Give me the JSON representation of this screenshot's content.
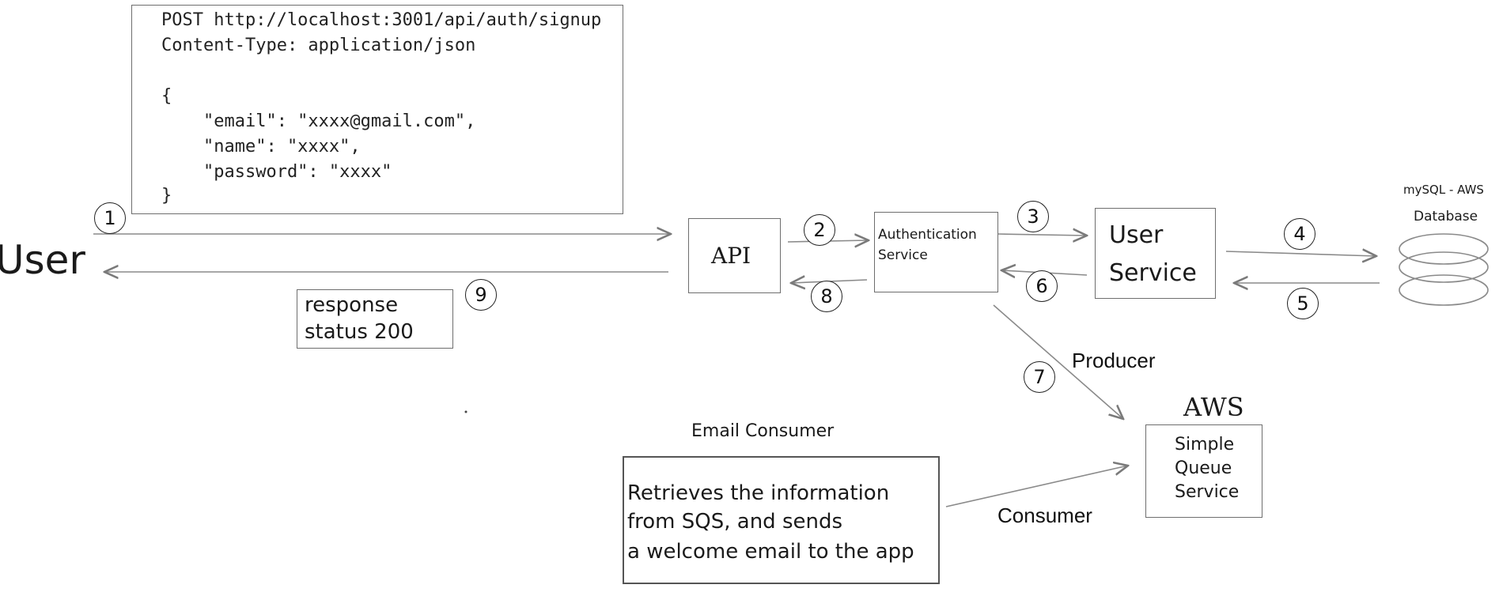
{
  "request": {
    "lines": [
      "POST http://localhost:3001/api/auth/signup",
      "Content-Type: application/json",
      "",
      "{",
      "    \"email\": \"xxxx@gmail.com\",",
      "    \"name\": \"xxxx\",",
      "    \"password\": \"xxxx\"",
      "}"
    ]
  },
  "actors": {
    "user": "User"
  },
  "nodes": {
    "api": "API",
    "auth_service": [
      "Authentication",
      "Service"
    ],
    "user_service": [
      "User",
      "Service"
    ],
    "database": [
      "mySQL - AWS",
      "Database"
    ],
    "aws": "AWS",
    "sqs": [
      "Simple",
      "Queue",
      "Service"
    ],
    "response": [
      "response",
      "status 200"
    ],
    "email_consumer_title": "Email Consumer",
    "email_consumer_body": [
      "Retrieves the information",
      "from SQS, and sends",
      "a welcome email to the app"
    ]
  },
  "labels": {
    "producer": "Producer",
    "consumer": "Consumer"
  },
  "steps": [
    "1",
    "2",
    "3",
    "4",
    "5",
    "6",
    "7",
    "8",
    "9"
  ],
  "colors": {
    "line": "#7a7a7a",
    "ink": "#222222"
  }
}
